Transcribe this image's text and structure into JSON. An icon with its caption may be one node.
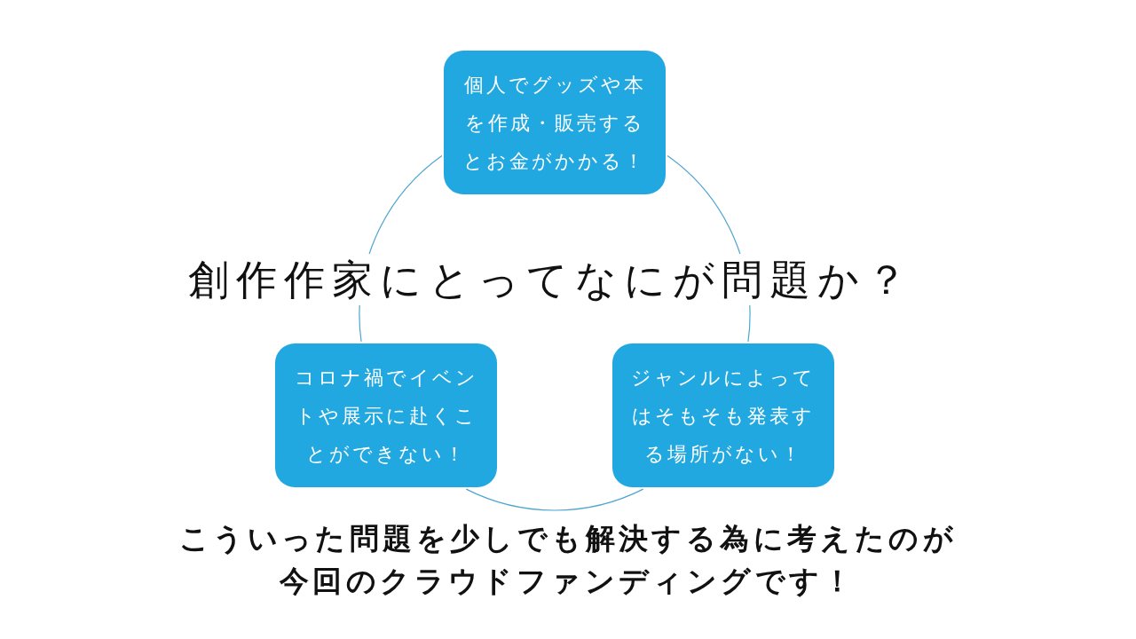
{
  "diagram": {
    "title": "創作作家にとってなにが問題か？",
    "caption": "こういった問題を少しでも解決する為に考えたのが今回のクラウドファンディングです！",
    "nodes": [
      {
        "text": [
          "個人でグッズや本を作成・販売するとお金がかかる！"
        ]
      },
      {
        "text": [
          "コロナ禍でイベントや展示に赴くことができない！"
        ]
      },
      {
        "text": [
          "ジャンルによってはそもそも発表する場所がない！"
        ]
      }
    ],
    "edges": [
      {
        "from": 0,
        "to": 2,
        "arrow": "none"
      },
      {
        "from": 2,
        "to": 1,
        "arrow": "none"
      },
      {
        "from": 1,
        "to": 0,
        "arrow": "none"
      }
    ]
  }
}
